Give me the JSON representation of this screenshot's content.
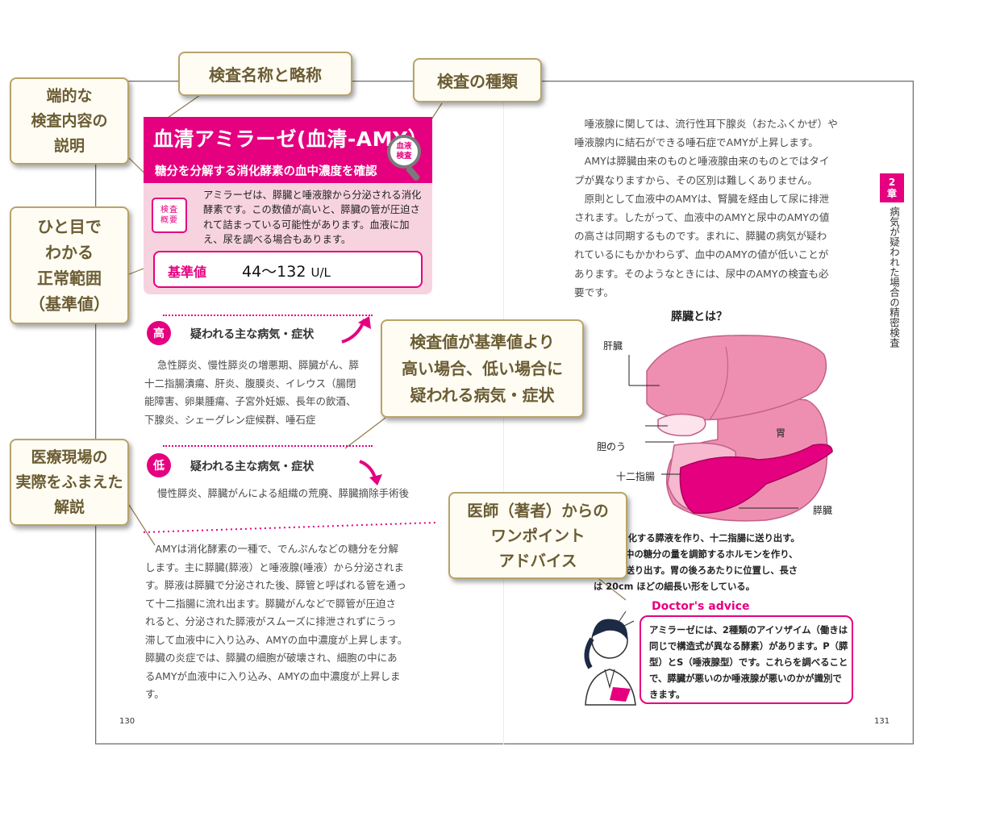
{
  "callouts": {
    "summary": [
      "端的な",
      "検査内容の",
      "説明"
    ],
    "name": "検査名称と略称",
    "type": "検査の種類",
    "range": [
      "ひと目で",
      "わかる",
      "正常範囲",
      "（基準値）"
    ],
    "high_low": [
      "検査値が基準値より",
      "高い場合、低い場合に",
      "疑われる病気・症状"
    ],
    "explain": [
      "医療現場の",
      "実際をふまえた",
      "解説"
    ],
    "advice": [
      "医師（著者）からの",
      "ワンポイント",
      "アドバイス"
    ]
  },
  "test": {
    "title": "血清アミラーゼ(血清-AMY）",
    "subtitle": "糖分を分解する消化酵素の血中濃度を確認",
    "type_badge": [
      "血液",
      "検査"
    ],
    "summary_icon": [
      "検査",
      "概要"
    ],
    "summary": "アミラーゼは、膵臓と唾液腺から分泌される消化酵素です。この数値が高いと、膵臓の管が圧迫されて詰まっている可能性があります。血液に加え、尿を調べる場合もあります。",
    "ref_label": "基準値",
    "ref_value": "44～132",
    "ref_unit": "U/L"
  },
  "high": {
    "icon": "高",
    "title": "疑われる主な病気・症状",
    "lines": [
      "急性膵炎、慢性膵炎の増悪期、膵臓がん、膵",
      "十二指腸潰瘍、肝炎、腹膜炎、イレウス（腸閉",
      "能障害、卵巣腫瘍、子宮外妊娠、長年の飲酒、",
      "下腺炎、シェーグレン症候群、唾石症"
    ]
  },
  "low": {
    "icon": "低",
    "title": "疑われる主な病気・症状",
    "lines": [
      "慢性膵炎、膵臓がんによる組織の荒廃、膵臓摘除手術後"
    ]
  },
  "left_body": [
    "　AMYは消化酵素の一種で、でんぷんなどの糖分を分解",
    "します。主に膵臓(膵液）と唾液腺(唾液）から分泌されま",
    "す。膵液は膵臓で分泌された後、膵管と呼ばれる管を通っ",
    "て十二指腸に流れ出ます。膵臓がんなどで膵管が圧迫さ",
    "れると、分泌された膵液がスムーズに排泄されずにうっ",
    "滞して血液中に入り込み、AMYの血中濃度が上昇します。",
    "膵臓の炎症では、膵臓の細胞が破壊され、細胞の中にあ",
    "るAMYが血液中に入り込み、AMYの血中濃度が上昇しま",
    "す。"
  ],
  "right_body": [
    "　唾液腺に関しては、流行性耳下腺炎（おたふくかぜ）や",
    "唾液腺内に結石ができる唾石症でAMYが上昇します。",
    "　AMYは膵臓由来のものと唾液腺由来のものとではタイ",
    "プが異なりますから、その区別は難しくありません。",
    "　原則として血液中のAMYは、腎臓を経由して尿に排泄",
    "されます。したがって、血液中のAMYと尿中のAMYの値",
    "の高さは同期するものです。まれに、膵臓の病気が疑わ",
    "れているにもかかわらず、血中のAMYの値が低いことが",
    "あります。そのようなときには、尿中のAMYの検査も必",
    "要です。"
  ],
  "chapter": {
    "tab": [
      "2",
      "章"
    ],
    "title": "病気が疑われた場合の精密検査"
  },
  "figure": {
    "title": "膵臓とは？",
    "labels": {
      "liver": "肝臓",
      "gallbladder": "胆のう",
      "stomach": "胃",
      "duodenum": "十二指腸",
      "pancreas": "膵臓"
    },
    "caption": [
      "を消化する膵液を作り、十二指腸に送り出す。",
      "1液中の糖分の量を調節するホルモンを作り、",
      "Pに送り出す。胃の後ろあたりに位置し、長さ",
      "は 20cm ほどの細長い形をしている。"
    ]
  },
  "advice": {
    "title": "Doctor's advice",
    "text": "アミラーゼには、2種類のアイソザイム（働きは同じで構造式が異なる酵素）があります。P（膵型）とS（唾液腺型）です。これらを調べることで、膵臓が悪いのか唾液腺が悪いのかが識別できます。"
  },
  "pages": {
    "left": "130",
    "right": "131"
  },
  "colors": {
    "accent": "#e5007f",
    "card_bg": "#f7d3e0",
    "callout_text": "#6b5c34",
    "callout_border": "#b8a369"
  }
}
